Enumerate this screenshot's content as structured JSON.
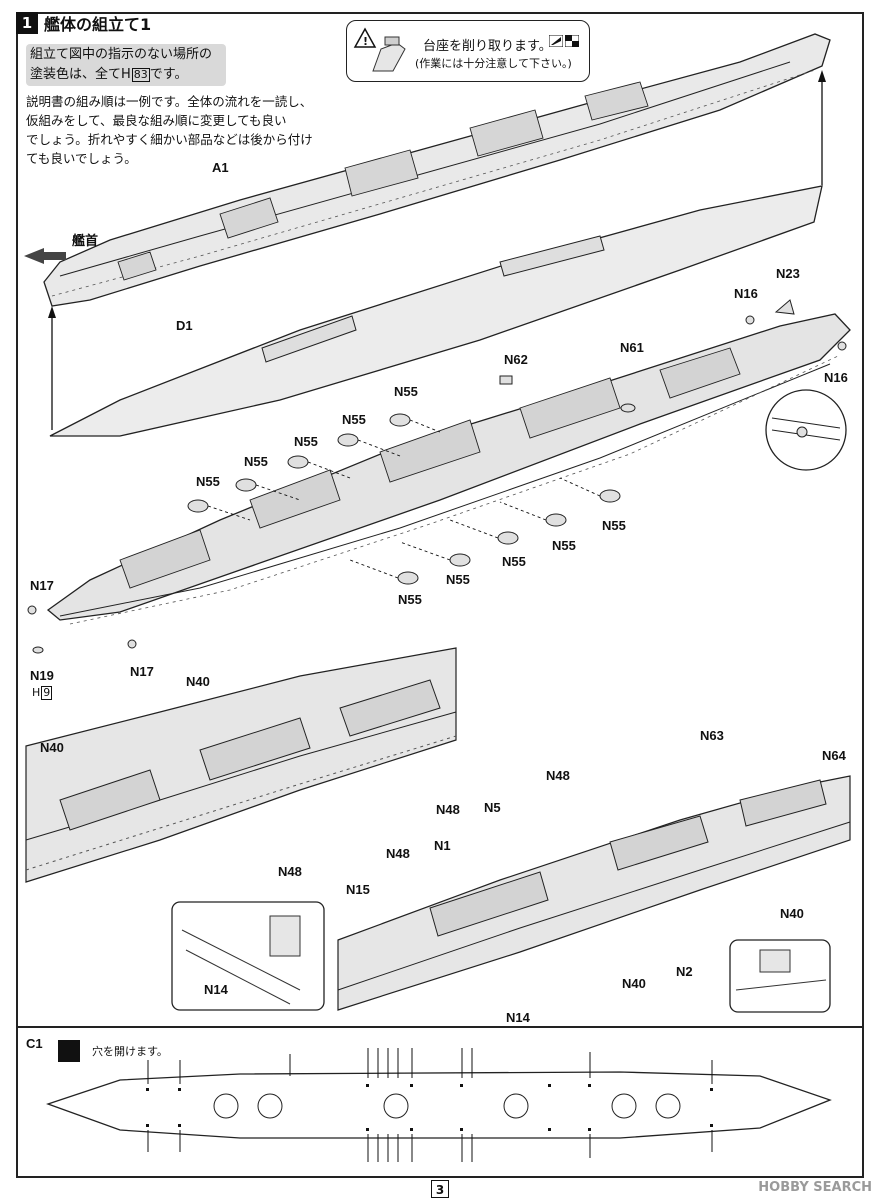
{
  "step": {
    "number": "1",
    "title": "艦体の組立て1"
  },
  "notes": {
    "paint_prefix": "組立て図中の指示のない場所の",
    "paint_line2": "塗装色は、全てH",
    "paint_code": "83",
    "paint_suffix": "です。",
    "order_text": [
      "説明書の組み順は一例です。全体の流れを一読し、",
      "仮組みをして、最良な組み順に変更しても良い",
      "でしょう。折れやすく細かい部品などは後から付け",
      "ても良いでしょう。"
    ]
  },
  "callout": {
    "line1": "台座を削り取ります。",
    "line2": "(作業には十分注意して下さい。)"
  },
  "bow_label": "艦首",
  "parts": {
    "A1": "A1",
    "D1": "D1",
    "N16": "N16",
    "N23": "N23",
    "N62": "N62",
    "N61": "N61",
    "N55": "N55",
    "N17": "N17",
    "N19": "N19",
    "N19_paint_prefix": "H",
    "N19_paint_code": "9",
    "N40": "N40",
    "N48": "N48",
    "N63": "N63",
    "N64": "N64",
    "N5": "N5",
    "N1": "N1",
    "N15": "N15",
    "N14": "N14",
    "N2": "N2"
  },
  "c1": {
    "label": "C1",
    "instruction": "穴を開けます。"
  },
  "footer": {
    "page": "3",
    "watermark": "HOBBY SEARCH"
  }
}
